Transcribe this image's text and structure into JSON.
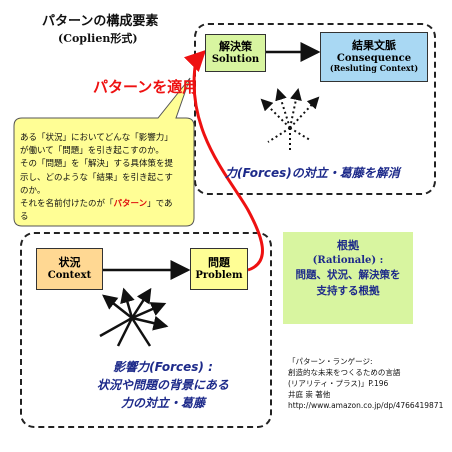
{
  "header": {
    "title": "パターンの構成要素",
    "subtitle": "(Coplien形式)"
  },
  "solution_box": {
    "jp": "解決策",
    "en": "Solution"
  },
  "consequence_box": {
    "jp": "結果文脈",
    "en": "Consequence",
    "note": "(Resluting Context)"
  },
  "context_box": {
    "jp": "状況",
    "en": "Context"
  },
  "problem_box": {
    "jp": "問題",
    "en": "Problem"
  },
  "apply_label": "パターンを適用",
  "callout": {
    "line1": "ある「状況」においてどんな「影響力」が働いて「問題」を引き起こすのか。",
    "line2": "その「問題」を「解決」する具体策を提示し、どのような「結果」を引き起こすのか。",
    "line3_pre": "それを名前付けたのが「",
    "line3_red": "パターン",
    "line3_post": "」である"
  },
  "forces_resolve": "力(Forces)の対立・葛藤を解消",
  "forces_problem": {
    "line1": "影響力(Forces) :",
    "line2": "状況や問題の背景にある",
    "line3": "力の対立・葛藤"
  },
  "rationale": {
    "title": "根拠",
    "en": "(Rationale) :",
    "line1": "問題、状況、解決策を",
    "line2": "支持する根拠"
  },
  "reference": {
    "line1": "「パターン・ランゲージ:",
    "line2": "創造的な未来をつくるための言語",
    "line3": "(リアリティ・プラス)」P.196",
    "line4": "井庭 崇 著他",
    "line5": "http://www.amazon.co.jp/dp/4766419871"
  },
  "colors": {
    "solution": "#d8f5a0",
    "consequence": "#a9d8f3",
    "context": "#ffd893",
    "problem": "#fffe95",
    "callout": "#fffe95",
    "rationale": "#d8f5a0",
    "accent_red": "#ee1111",
    "text_blue": "#1d2a8a"
  }
}
